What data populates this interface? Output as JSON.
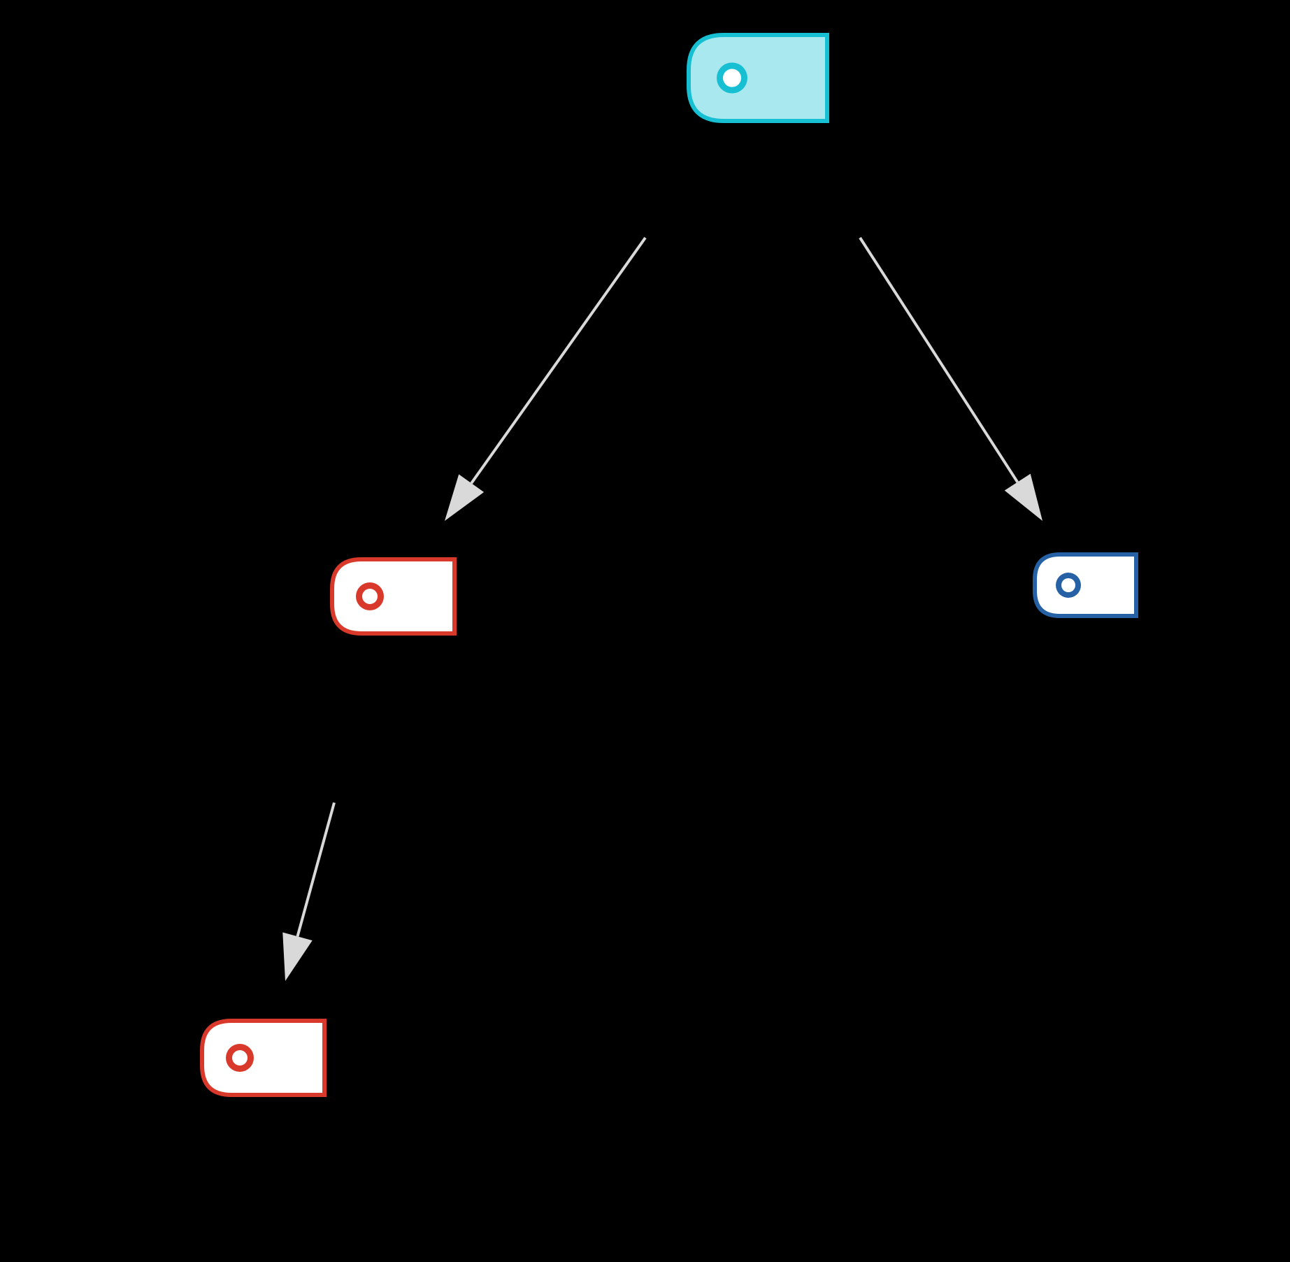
{
  "colors": {
    "background": "#000000",
    "edge": "#d9d9d9",
    "node_fill_default": "#ffffff",
    "root_stroke": "#17bfd3",
    "root_fill": "#a8e8ee",
    "red_stroke": "#d9392b",
    "blue_stroke": "#2661a6"
  },
  "nodes": [
    {
      "id": "root",
      "name": "root-tag-node",
      "icon": "tag-icon",
      "stroke": "#17bfd3",
      "fill": "#a8e8ee"
    },
    {
      "id": "left",
      "name": "left-tag-node",
      "icon": "tag-icon",
      "stroke": "#d9392b",
      "fill": "#ffffff"
    },
    {
      "id": "right",
      "name": "right-tag-node",
      "icon": "tag-icon",
      "stroke": "#2661a6",
      "fill": "#ffffff"
    },
    {
      "id": "leftleft",
      "name": "bottom-left-tag-node",
      "icon": "tag-icon",
      "stroke": "#d9392b",
      "fill": "#ffffff"
    }
  ],
  "edges": [
    {
      "from": "root",
      "to": "left"
    },
    {
      "from": "root",
      "to": "right"
    },
    {
      "from": "left",
      "to": "leftleft"
    }
  ]
}
